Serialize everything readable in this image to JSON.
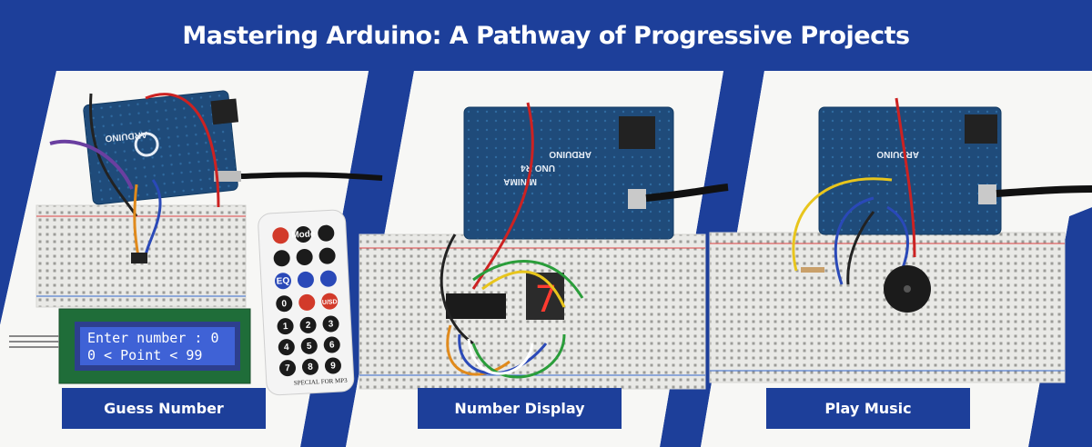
{
  "banner": {
    "title": "Mastering Arduino: A Pathway of Progressive Projects"
  },
  "panels": [
    {
      "label": "Guess Number"
    },
    {
      "label": "Number Display"
    },
    {
      "label": "Play Music"
    }
  ],
  "lcd": {
    "line1": "Enter number : 0",
    "line2": "0 < Point < 99"
  },
  "remote": {
    "footer": "SPECIAL FOR MP3",
    "keys": [
      "Mode",
      "EQ",
      "U/SD",
      "0",
      "1",
      "2",
      "3",
      "4",
      "5",
      "6",
      "7",
      "8",
      "9"
    ]
  },
  "board": {
    "brand": "ARDUINO",
    "model": "UNO R4",
    "variant": "MINIMA"
  },
  "seven_segment": {
    "digit": "7"
  },
  "colors": {
    "brand_blue": "#1d3f9a",
    "lcd_blue": "#3f62d6",
    "power_red": "#d23a2a"
  }
}
